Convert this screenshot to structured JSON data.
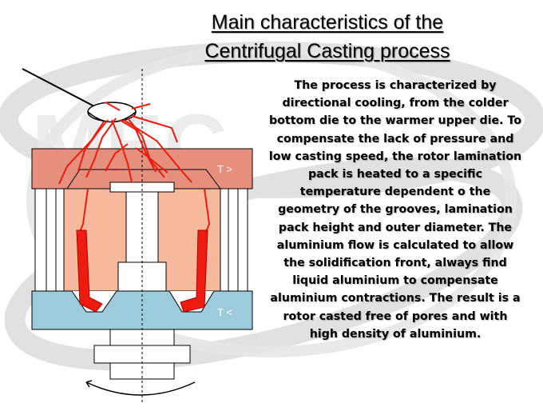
{
  "title": {
    "line1": "Main characteristics of the",
    "line2": "Centrifugal Casting process"
  },
  "body_text": "The process is characterized by directional cooling, from the colder bottom die to the warmer upper die. To compensate the lack of pressure and low casting speed, the rotor lamination pack is heated to a specific temperature  dependent o the geometry of the grooves, lamination pack height and outer diameter. The aluminium flow is calculated to allow the solidification front, always find liquid aluminium to compensate aluminium contractions. The result is a rotor casted  free of pores and with high density of aluminium.",
  "diagram": {
    "label_upper": "T >",
    "label_lower": "T <"
  },
  "colors": {
    "upper_die": "#e58f7c",
    "lamination_pack": "#f6b99b",
    "bottom_die": "#9ccbdc",
    "aluminium_flow": "#ee1c10",
    "watermark": "#dcdcdc"
  }
}
